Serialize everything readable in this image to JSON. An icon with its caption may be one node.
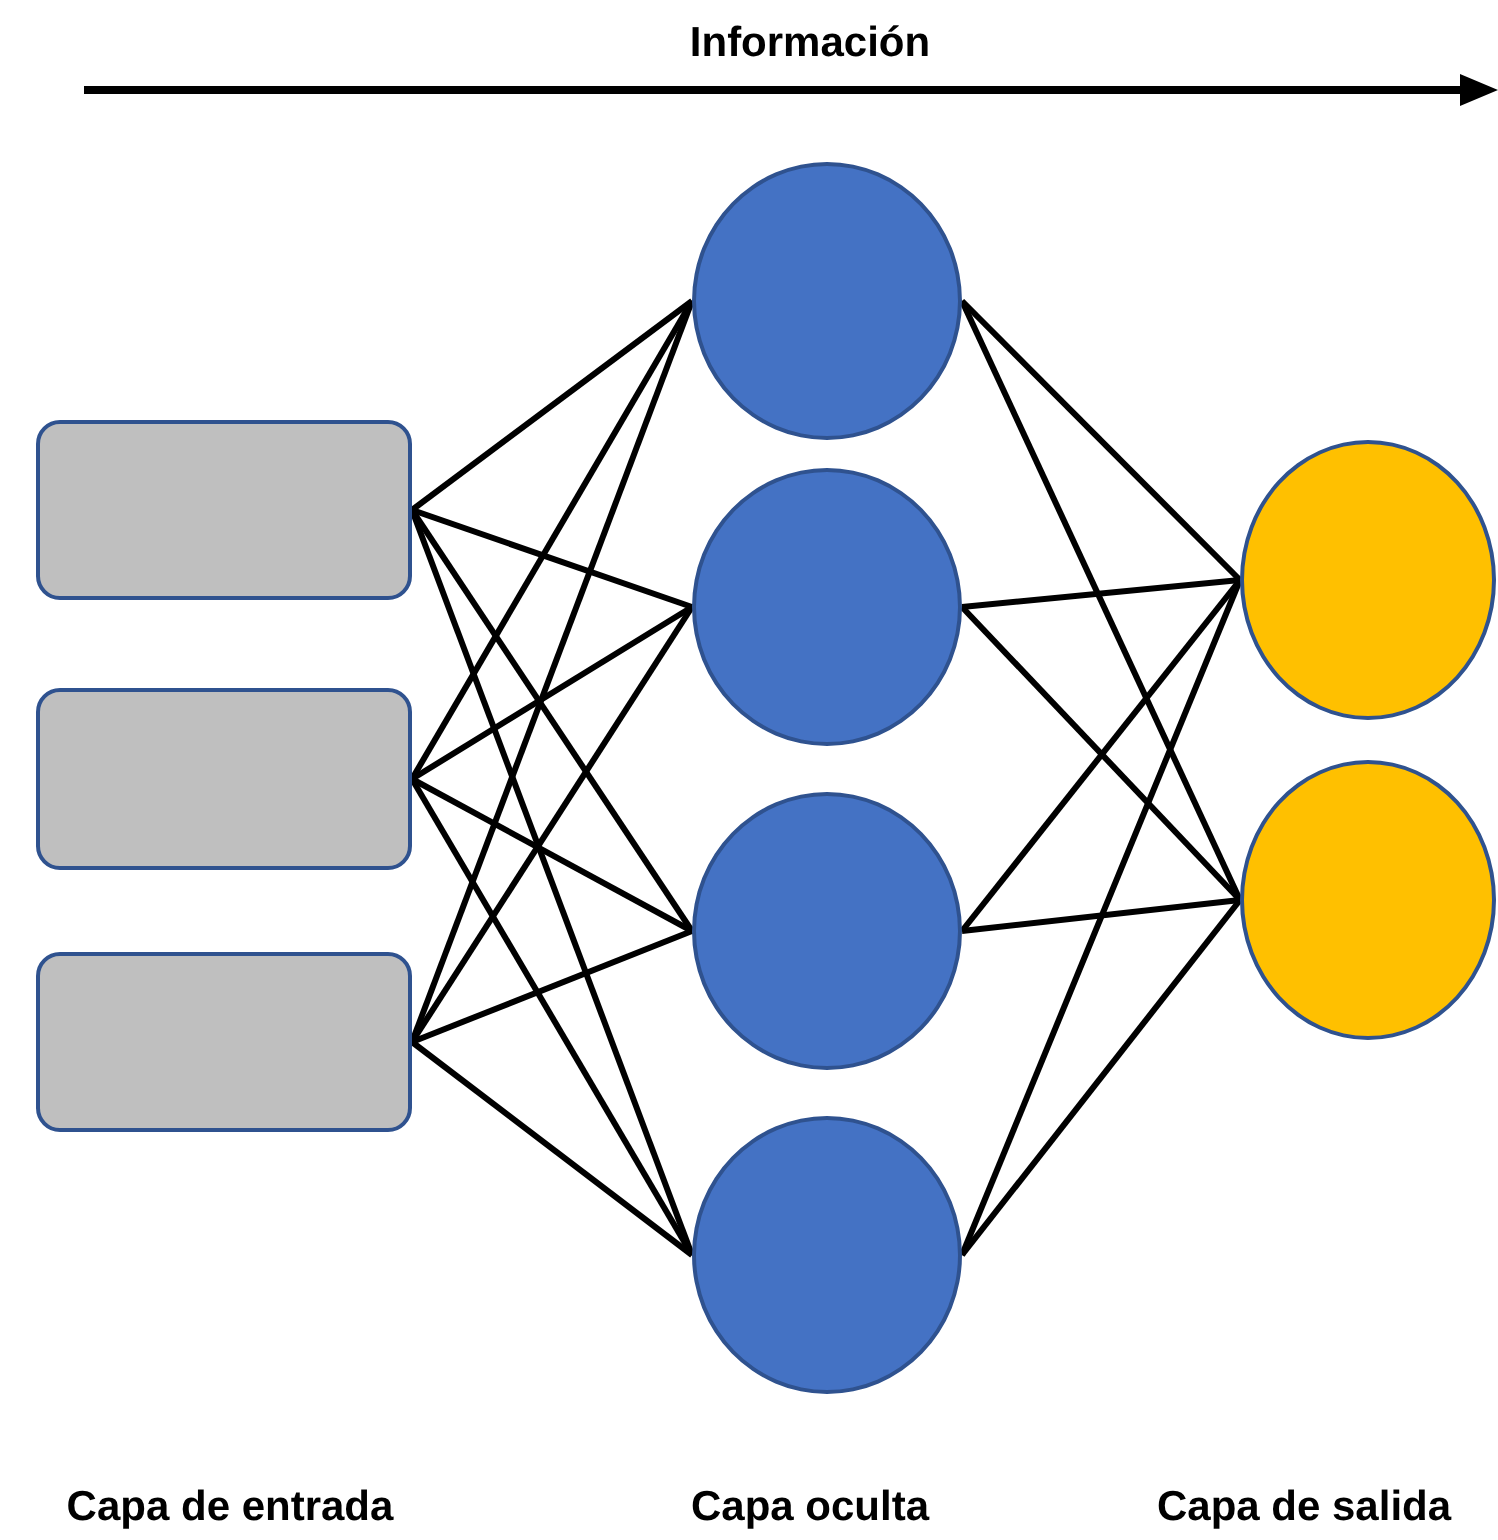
{
  "diagram": {
    "nodes": [
      {
        "text": [],
        "shape": "box"
      },
      {
        "text": [],
        "shape": "box"
      },
      {
        "text": [],
        "shape": "box"
      },
      {
        "text": [],
        "shape": "circle"
      },
      {
        "text": [],
        "shape": "circle"
      },
      {
        "text": [],
        "shape": "circle"
      },
      {
        "text": [],
        "shape": "circle"
      },
      {
        "text": [],
        "shape": "circle"
      },
      {
        "text": [],
        "shape": "circle"
      }
    ],
    "edges": [
      {
        "from": 0,
        "to": 3,
        "arrow": "none"
      },
      {
        "from": 0,
        "to": 4,
        "arrow": "none"
      },
      {
        "from": 0,
        "to": 5,
        "arrow": "none"
      },
      {
        "from": 0,
        "to": 6,
        "arrow": "none"
      },
      {
        "from": 1,
        "to": 3,
        "arrow": "none"
      },
      {
        "from": 1,
        "to": 4,
        "arrow": "none"
      },
      {
        "from": 1,
        "to": 5,
        "arrow": "none"
      },
      {
        "from": 1,
        "to": 6,
        "arrow": "none"
      },
      {
        "from": 2,
        "to": 3,
        "arrow": "none"
      },
      {
        "from": 2,
        "to": 4,
        "arrow": "none"
      },
      {
        "from": 2,
        "to": 5,
        "arrow": "none"
      },
      {
        "from": 2,
        "to": 6,
        "arrow": "none"
      },
      {
        "from": 3,
        "to": 7,
        "arrow": "none"
      },
      {
        "from": 3,
        "to": 8,
        "arrow": "none"
      },
      {
        "from": 4,
        "to": 7,
        "arrow": "none"
      },
      {
        "from": 4,
        "to": 8,
        "arrow": "none"
      },
      {
        "from": 5,
        "to": 7,
        "arrow": "none"
      },
      {
        "from": 5,
        "to": 8,
        "arrow": "none"
      },
      {
        "from": 6,
        "to": 7,
        "arrow": "none"
      },
      {
        "from": 6,
        "to": 8,
        "arrow": "none"
      }
    ],
    "labels": [
      "Información",
      "Capa de entrada",
      "Capa oculta",
      "Capa de salida"
    ]
  }
}
